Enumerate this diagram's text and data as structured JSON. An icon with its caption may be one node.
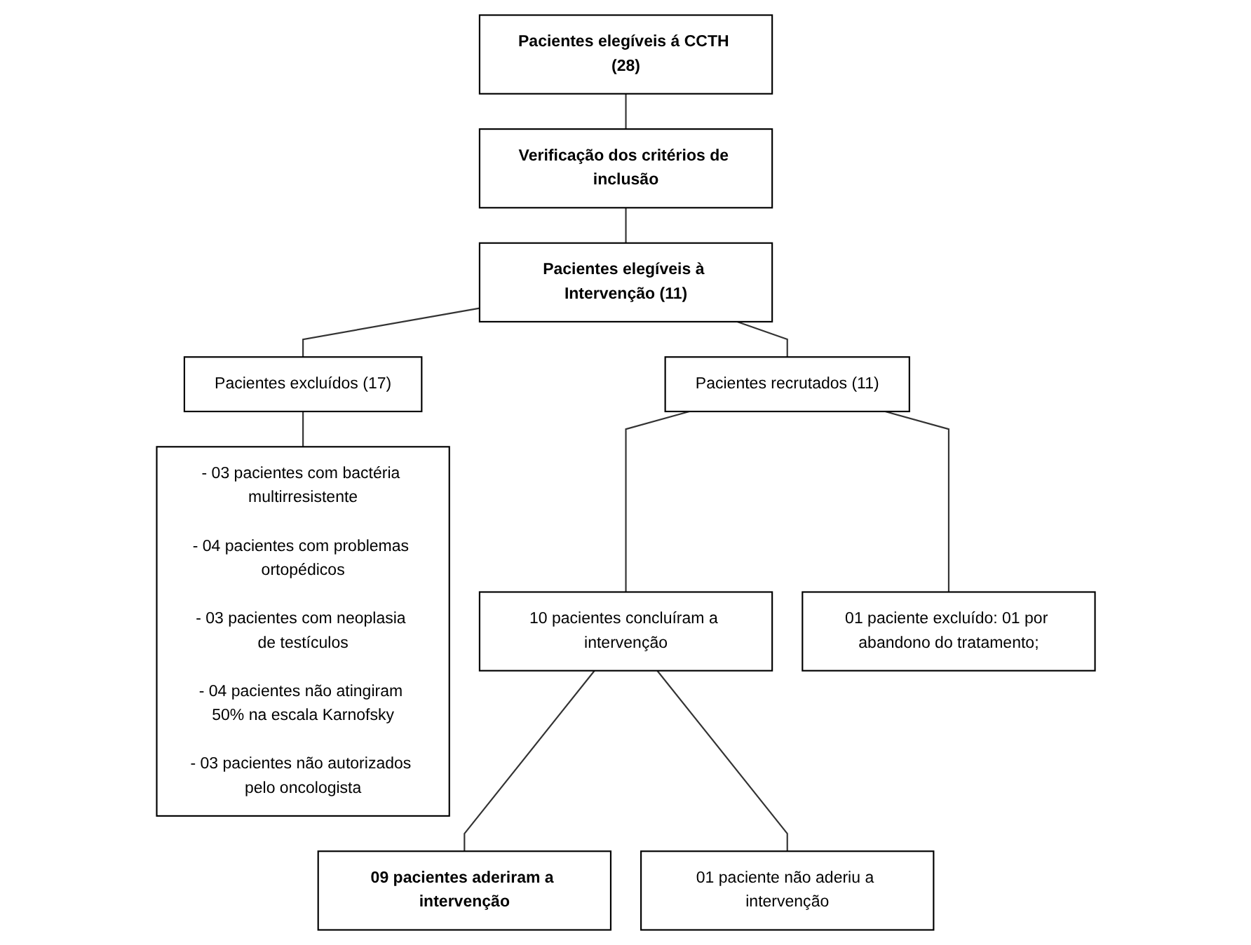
{
  "diagram": {
    "nodes": [
      {
        "text": [
          "Pacientes elegíveis á CCTH (28)"
        ]
      },
      {
        "text": [
          "Verificação dos critérios de inclusão"
        ]
      },
      {
        "text": [
          "Pacientes elegíveis à Intervenção (11)"
        ]
      },
      {
        "text": [
          "Pacientes recrutados (11)"
        ]
      },
      {
        "text": [
          "Pacientes excluídos (17)"
        ]
      },
      {
        "text": [
          "- 03 pacientes com bactéria multirresistente",
          "- 04 pacientes com problemas ortopédicos",
          "- 03 pacientes com neoplasia de testículos",
          "- 04 pacientes não atingiram 50% na escala Karnofsky",
          "- 03 pacientes não autorizados pelo oncologista"
        ]
      },
      {
        "text": [
          "10 pacientes concluíram a intervenção"
        ]
      },
      {
        "text": [
          "01 paciente excluído: 01 por abandono do tratamento;"
        ]
      },
      {
        "text": [
          "09 pacientes aderiram a intervenção"
        ]
      },
      {
        "text": [
          "01 paciente não aderiu a intervenção"
        ]
      }
    ],
    "edges": [
      {
        "from": 0,
        "to": 1,
        "arrow": "none"
      },
      {
        "from": 1,
        "to": 2,
        "arrow": "none"
      },
      {
        "from": 2,
        "to": 3,
        "arrow": "none"
      },
      {
        "from": 2,
        "to": 4,
        "arrow": "none"
      },
      {
        "from": 4,
        "to": 5,
        "arrow": "none"
      },
      {
        "from": 3,
        "to": 6,
        "arrow": "none"
      },
      {
        "from": 3,
        "to": 7,
        "arrow": "none"
      },
      {
        "from": 6,
        "to": 8,
        "arrow": "none"
      },
      {
        "from": 6,
        "to": 9,
        "arrow": "none"
      }
    ]
  }
}
